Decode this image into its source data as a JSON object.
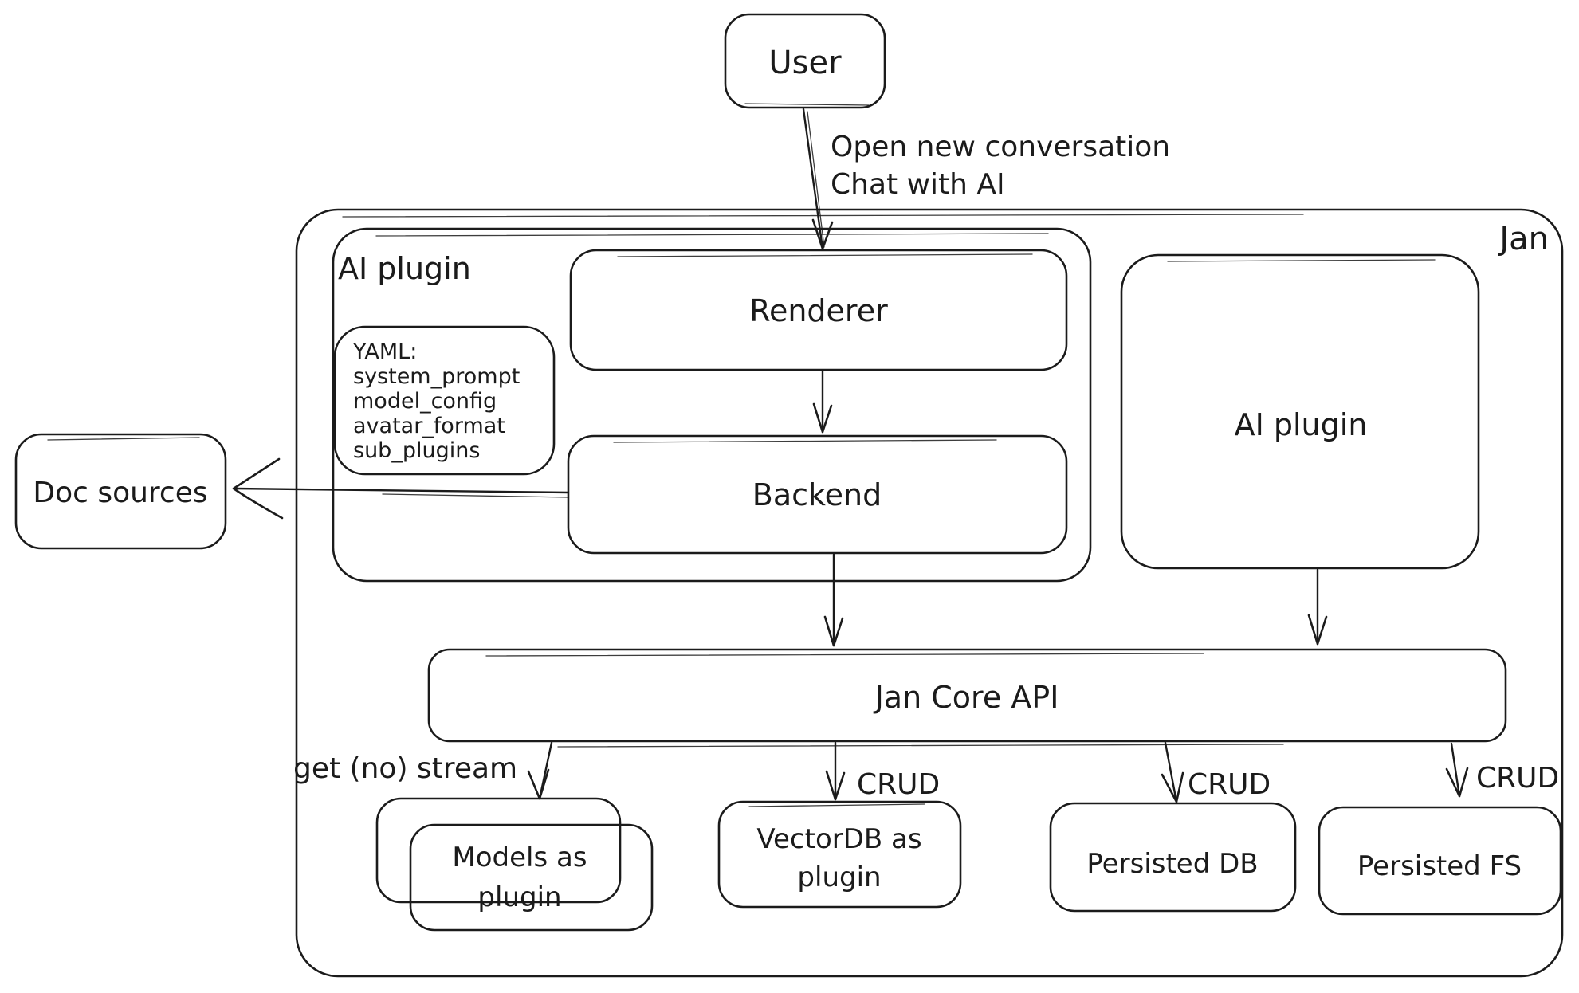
{
  "diagram": {
    "background": "#ffffff",
    "stroke_color": "#1b1b1b",
    "outer": {
      "label": "Jan"
    },
    "nodes": {
      "user": {
        "label": "User"
      },
      "ai_plugin_container": {
        "label": "AI plugin"
      },
      "yaml_note": {
        "lines": [
          "YAML:",
          "system_prompt",
          "model_config",
          "avatar_format",
          "sub_plugins"
        ]
      },
      "renderer": {
        "label": "Renderer"
      },
      "backend": {
        "label": "Backend"
      },
      "ai_plugin": {
        "label": "AI plugin"
      },
      "doc_sources": {
        "label": "Doc sources"
      },
      "jan_core_api": {
        "label": "Jan Core API"
      },
      "models_as_plugin": {
        "lines": [
          "Models as",
          "plugin"
        ]
      },
      "vectordb_as_plugin": {
        "lines": [
          "VectorDB as",
          "plugin"
        ]
      },
      "persisted_db": {
        "label": "Persisted DB"
      },
      "persisted_fs": {
        "label": "Persisted FS"
      }
    },
    "edges": {
      "user_to_renderer": {
        "lines": [
          "Open new conversation",
          "Chat with AI"
        ]
      },
      "core_to_models": {
        "label": "get (no) stream"
      },
      "core_to_vectordb": {
        "label": "CRUD"
      },
      "core_to_persisted_db": {
        "label": "CRUD"
      },
      "core_to_persisted_fs": {
        "label": "CRUD"
      }
    }
  }
}
